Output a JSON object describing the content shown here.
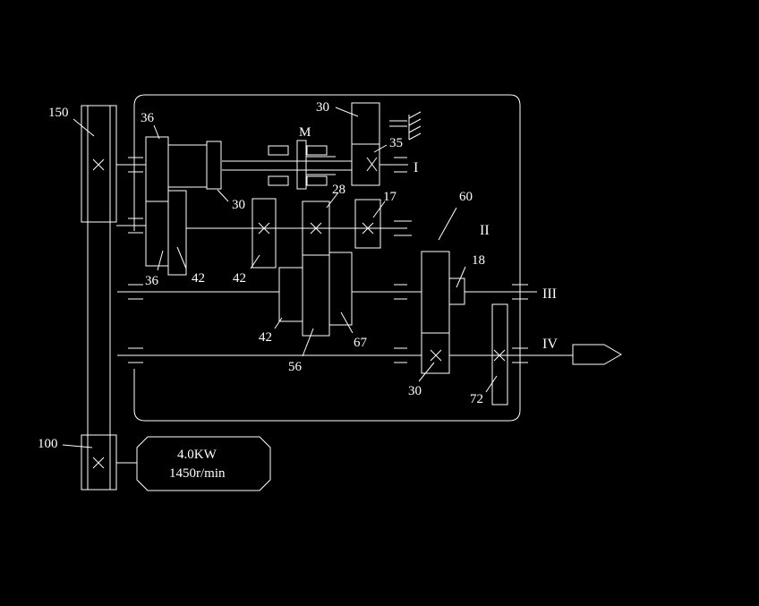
{
  "colors": {
    "background": "#000000",
    "line": "#ffffff"
  },
  "gear_labels": {
    "pulley_top": "150",
    "pulley_bottom": "100",
    "g36_top": "36",
    "g36_bottom": "36",
    "g42_a": "42",
    "g30_shaft": "30",
    "g42_b": "42",
    "g42_c": "42",
    "g56": "56",
    "g67": "67",
    "g28": "28",
    "g17": "17",
    "g30_top": "30",
    "g35": "35",
    "clutch": "M",
    "g60": "60",
    "g18": "18",
    "g30_bottom": "30",
    "g72": "72"
  },
  "shaft_labels": {
    "shaft_1": "I",
    "shaft_2": "II",
    "shaft_3": "III",
    "shaft_4": "IV"
  },
  "motor": {
    "power": "4.0KW",
    "speed": "1450r/min"
  }
}
